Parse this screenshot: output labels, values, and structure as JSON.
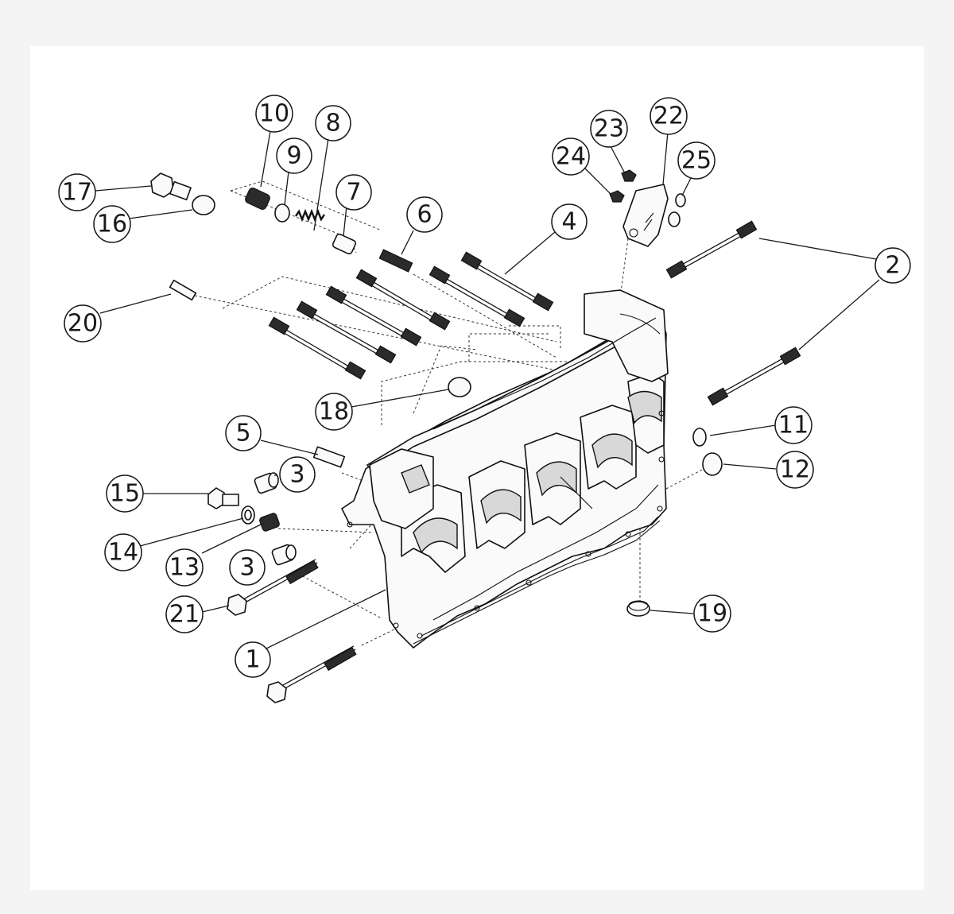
{
  "callouts": [
    {
      "id": "c1",
      "label": "1"
    },
    {
      "id": "c2",
      "label": "2"
    },
    {
      "id": "c3a",
      "label": "3"
    },
    {
      "id": "c3b",
      "label": "3"
    },
    {
      "id": "c4",
      "label": "4"
    },
    {
      "id": "c5",
      "label": "5"
    },
    {
      "id": "c6",
      "label": "6"
    },
    {
      "id": "c7",
      "label": "7"
    },
    {
      "id": "c8",
      "label": "8"
    },
    {
      "id": "c9",
      "label": "9"
    },
    {
      "id": "c10",
      "label": "10"
    },
    {
      "id": "c11",
      "label": "11"
    },
    {
      "id": "c12",
      "label": "12"
    },
    {
      "id": "c13",
      "label": "13"
    },
    {
      "id": "c14",
      "label": "14"
    },
    {
      "id": "c15",
      "label": "15"
    },
    {
      "id": "c16",
      "label": "16"
    },
    {
      "id": "c17",
      "label": "17"
    },
    {
      "id": "c18",
      "label": "18"
    },
    {
      "id": "c19",
      "label": "19"
    },
    {
      "id": "c20",
      "label": "20"
    },
    {
      "id": "c21",
      "label": "21"
    },
    {
      "id": "c22",
      "label": "22"
    },
    {
      "id": "c23",
      "label": "23"
    },
    {
      "id": "c24",
      "label": "24"
    },
    {
      "id": "c25",
      "label": "25"
    }
  ]
}
